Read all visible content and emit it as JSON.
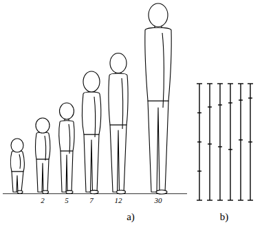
{
  "diagram": {
    "labels": [
      "2",
      "5",
      "7",
      "12",
      "30",
      "a)",
      "b)"
    ]
  }
}
